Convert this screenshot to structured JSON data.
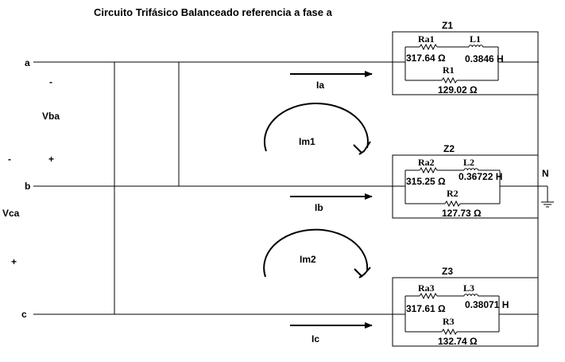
{
  "title": "Circuito Trifásico Balanceado referencia a fase a",
  "nodes": {
    "a": "a",
    "b": "b",
    "c": "c",
    "N": "N"
  },
  "voltages": {
    "vba": {
      "label": "Vba",
      "minus": "-",
      "plus": "+"
    },
    "vca": {
      "label": "Vca",
      "minus": "-",
      "plus": "+"
    }
  },
  "currents": {
    "ia": "Ia",
    "ib": "Ib",
    "ic": "Ic"
  },
  "mesh": {
    "m1": "Im1",
    "m2": "Im2"
  },
  "loads": [
    {
      "name": "Z1",
      "ra_label": "Ra1",
      "ra_value": "317.64 Ω",
      "l_label": "L1",
      "l_value": "0.3846 H",
      "r_label": "R1",
      "r_value": "129.02 Ω"
    },
    {
      "name": "Z2",
      "ra_label": "Ra2",
      "ra_value": "315.25 Ω",
      "l_label": "L2",
      "l_value": "0.36722 H",
      "r_label": "R2",
      "r_value": "127.73 Ω"
    },
    {
      "name": "Z3",
      "ra_label": "Ra3",
      "ra_value": "317.61 Ω",
      "l_label": "L3",
      "l_value": "0.38071 H",
      "r_label": "R3",
      "r_value": "132.74 Ω"
    }
  ]
}
